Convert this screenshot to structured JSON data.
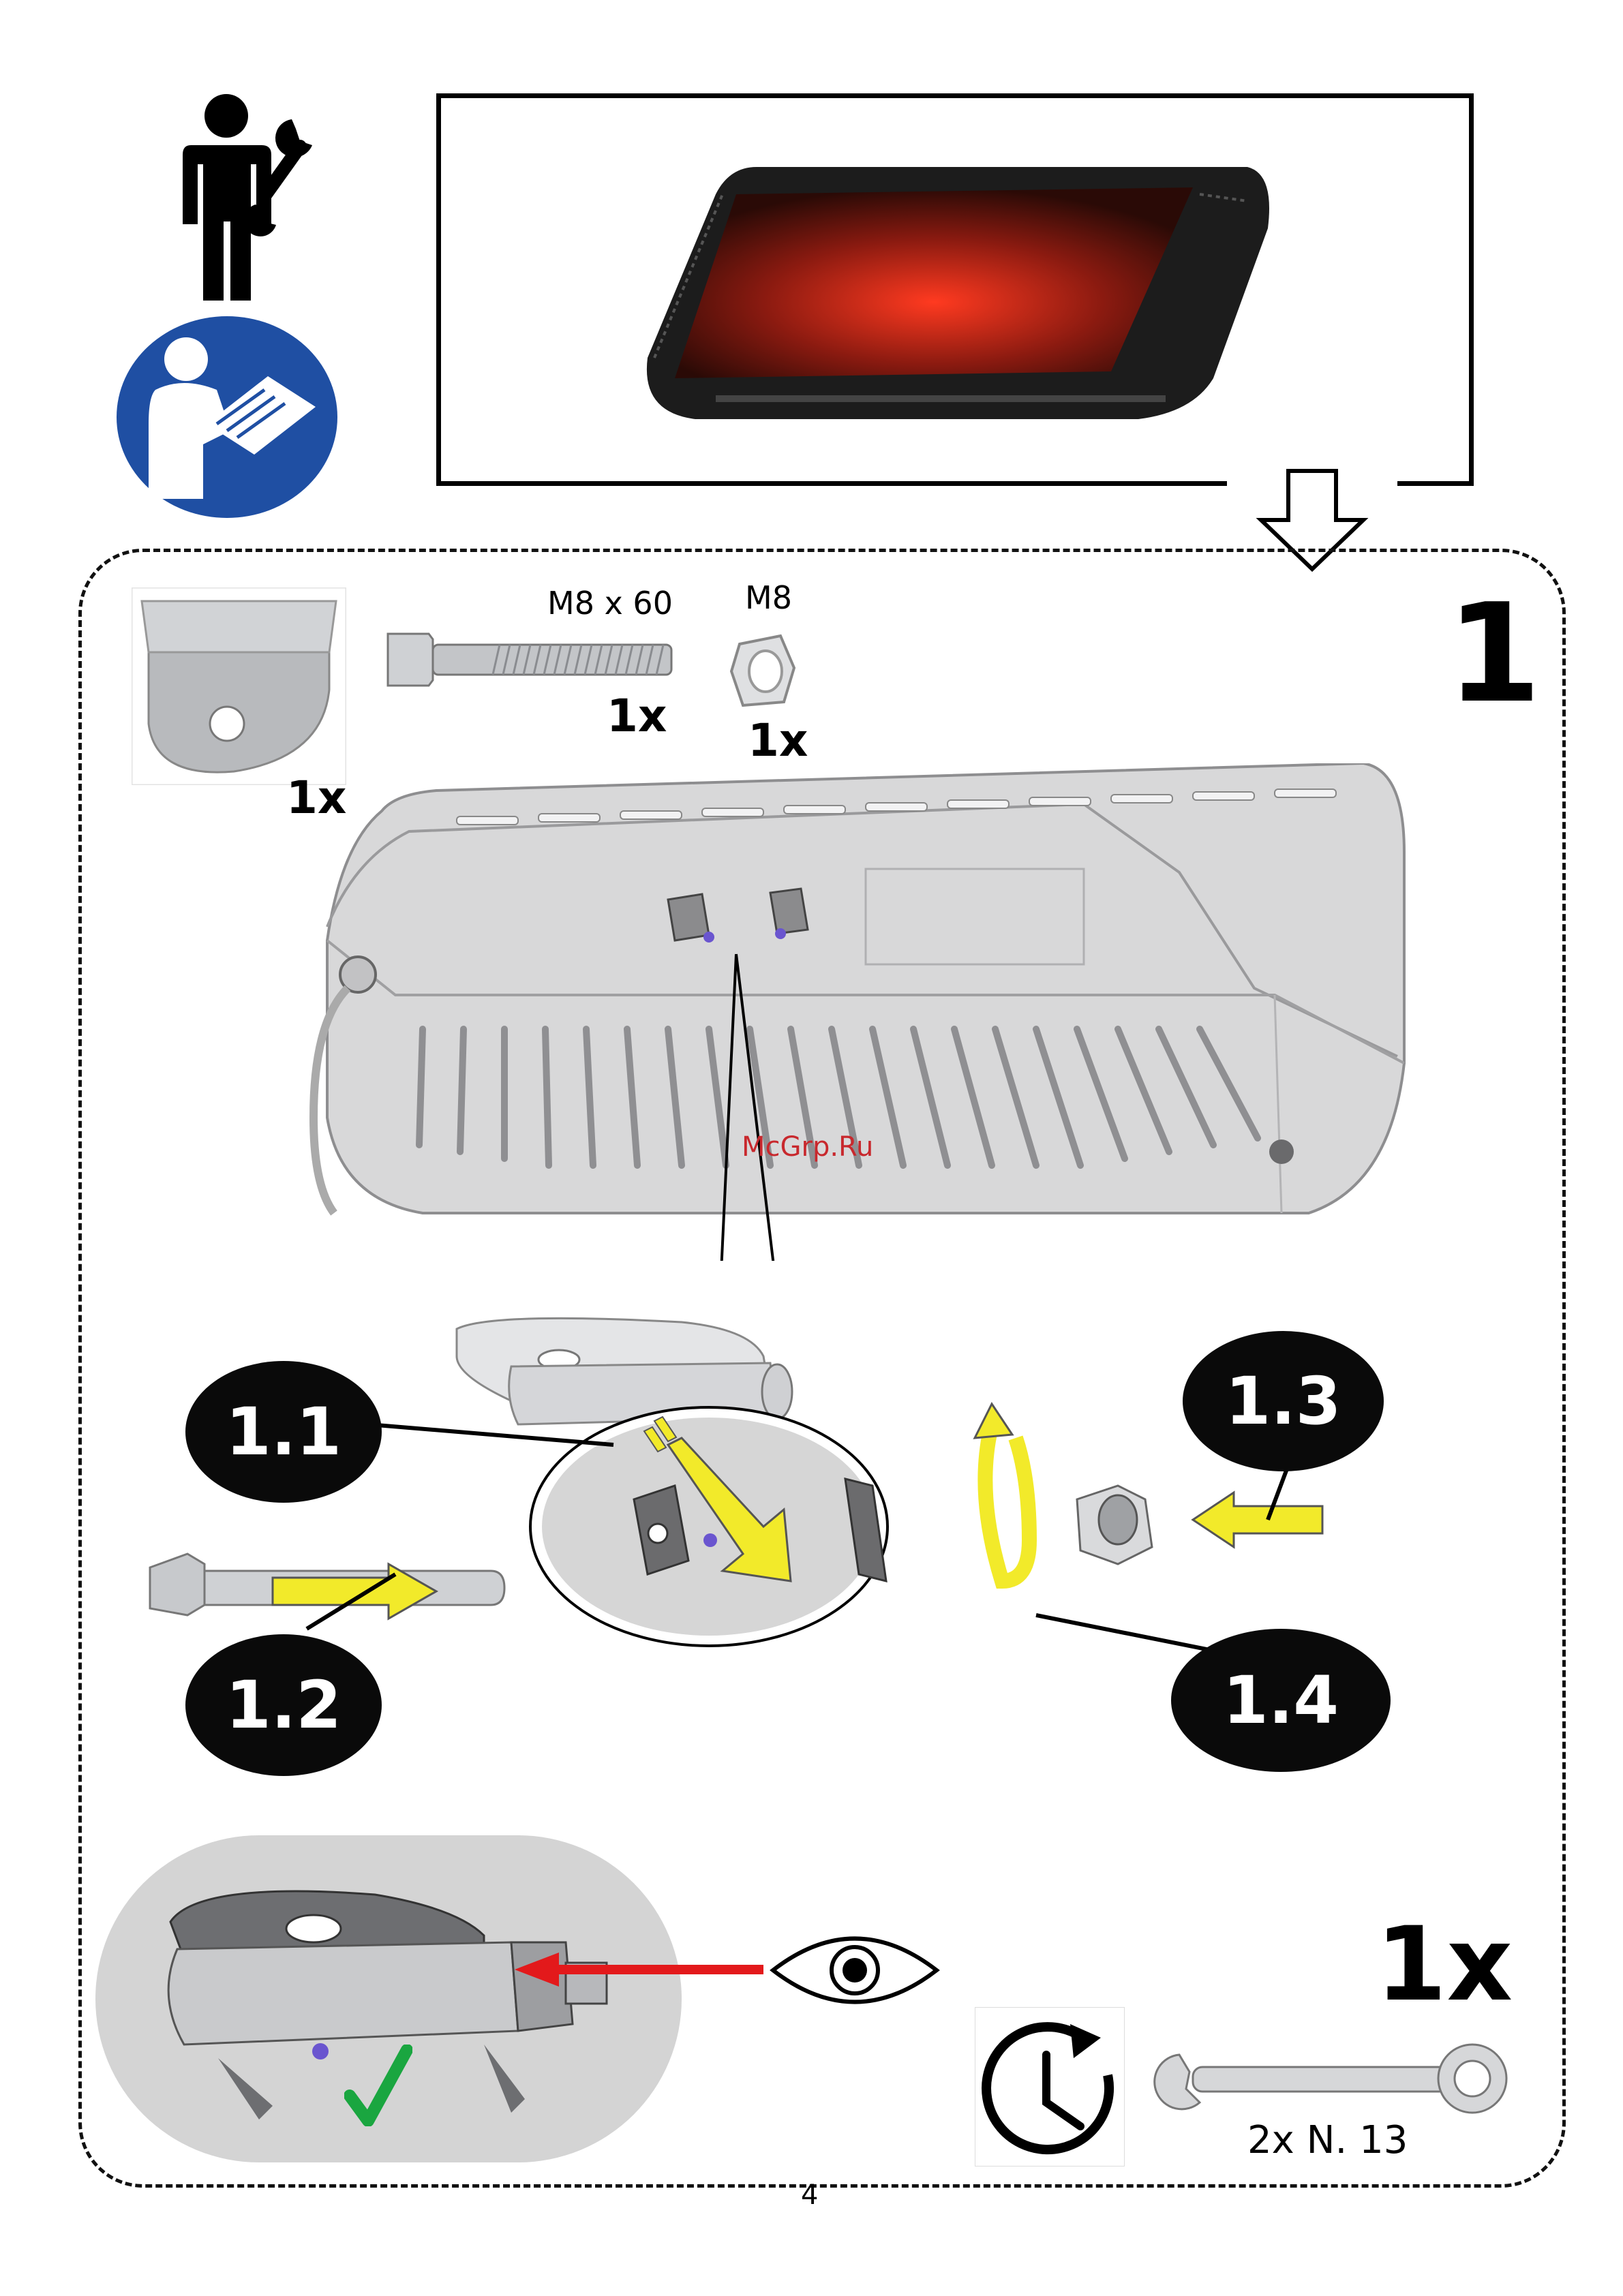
{
  "parts": [
    {
      "name": "bracket",
      "qty": "1x"
    },
    {
      "name": "bolt",
      "label": "M8 x 60",
      "qty": "1x"
    },
    {
      "name": "nut",
      "label": "M8",
      "qty": "1x"
    }
  ],
  "step": {
    "number": "1"
  },
  "callouts": {
    "c1": "1.1",
    "c2": "1.2",
    "c3": "1.3",
    "c4": "1.4"
  },
  "watermark": "McGrp.Ru",
  "repeat": {
    "count": "1x"
  },
  "tool": {
    "label": "2x N. 13"
  },
  "page": {
    "number": "4"
  },
  "colors": {
    "sign_blue": "#1f4fa3",
    "arrow_yellow": "#f2ea2a",
    "check_green": "#1aa640",
    "arrow_red": "#e3191b",
    "watermark": "#c8282d"
  },
  "icons": [
    "technician-icon",
    "read-manual-icon",
    "down-arrow-icon",
    "eye-icon",
    "clock-icon",
    "wrench-icon",
    "checkmark-icon"
  ]
}
